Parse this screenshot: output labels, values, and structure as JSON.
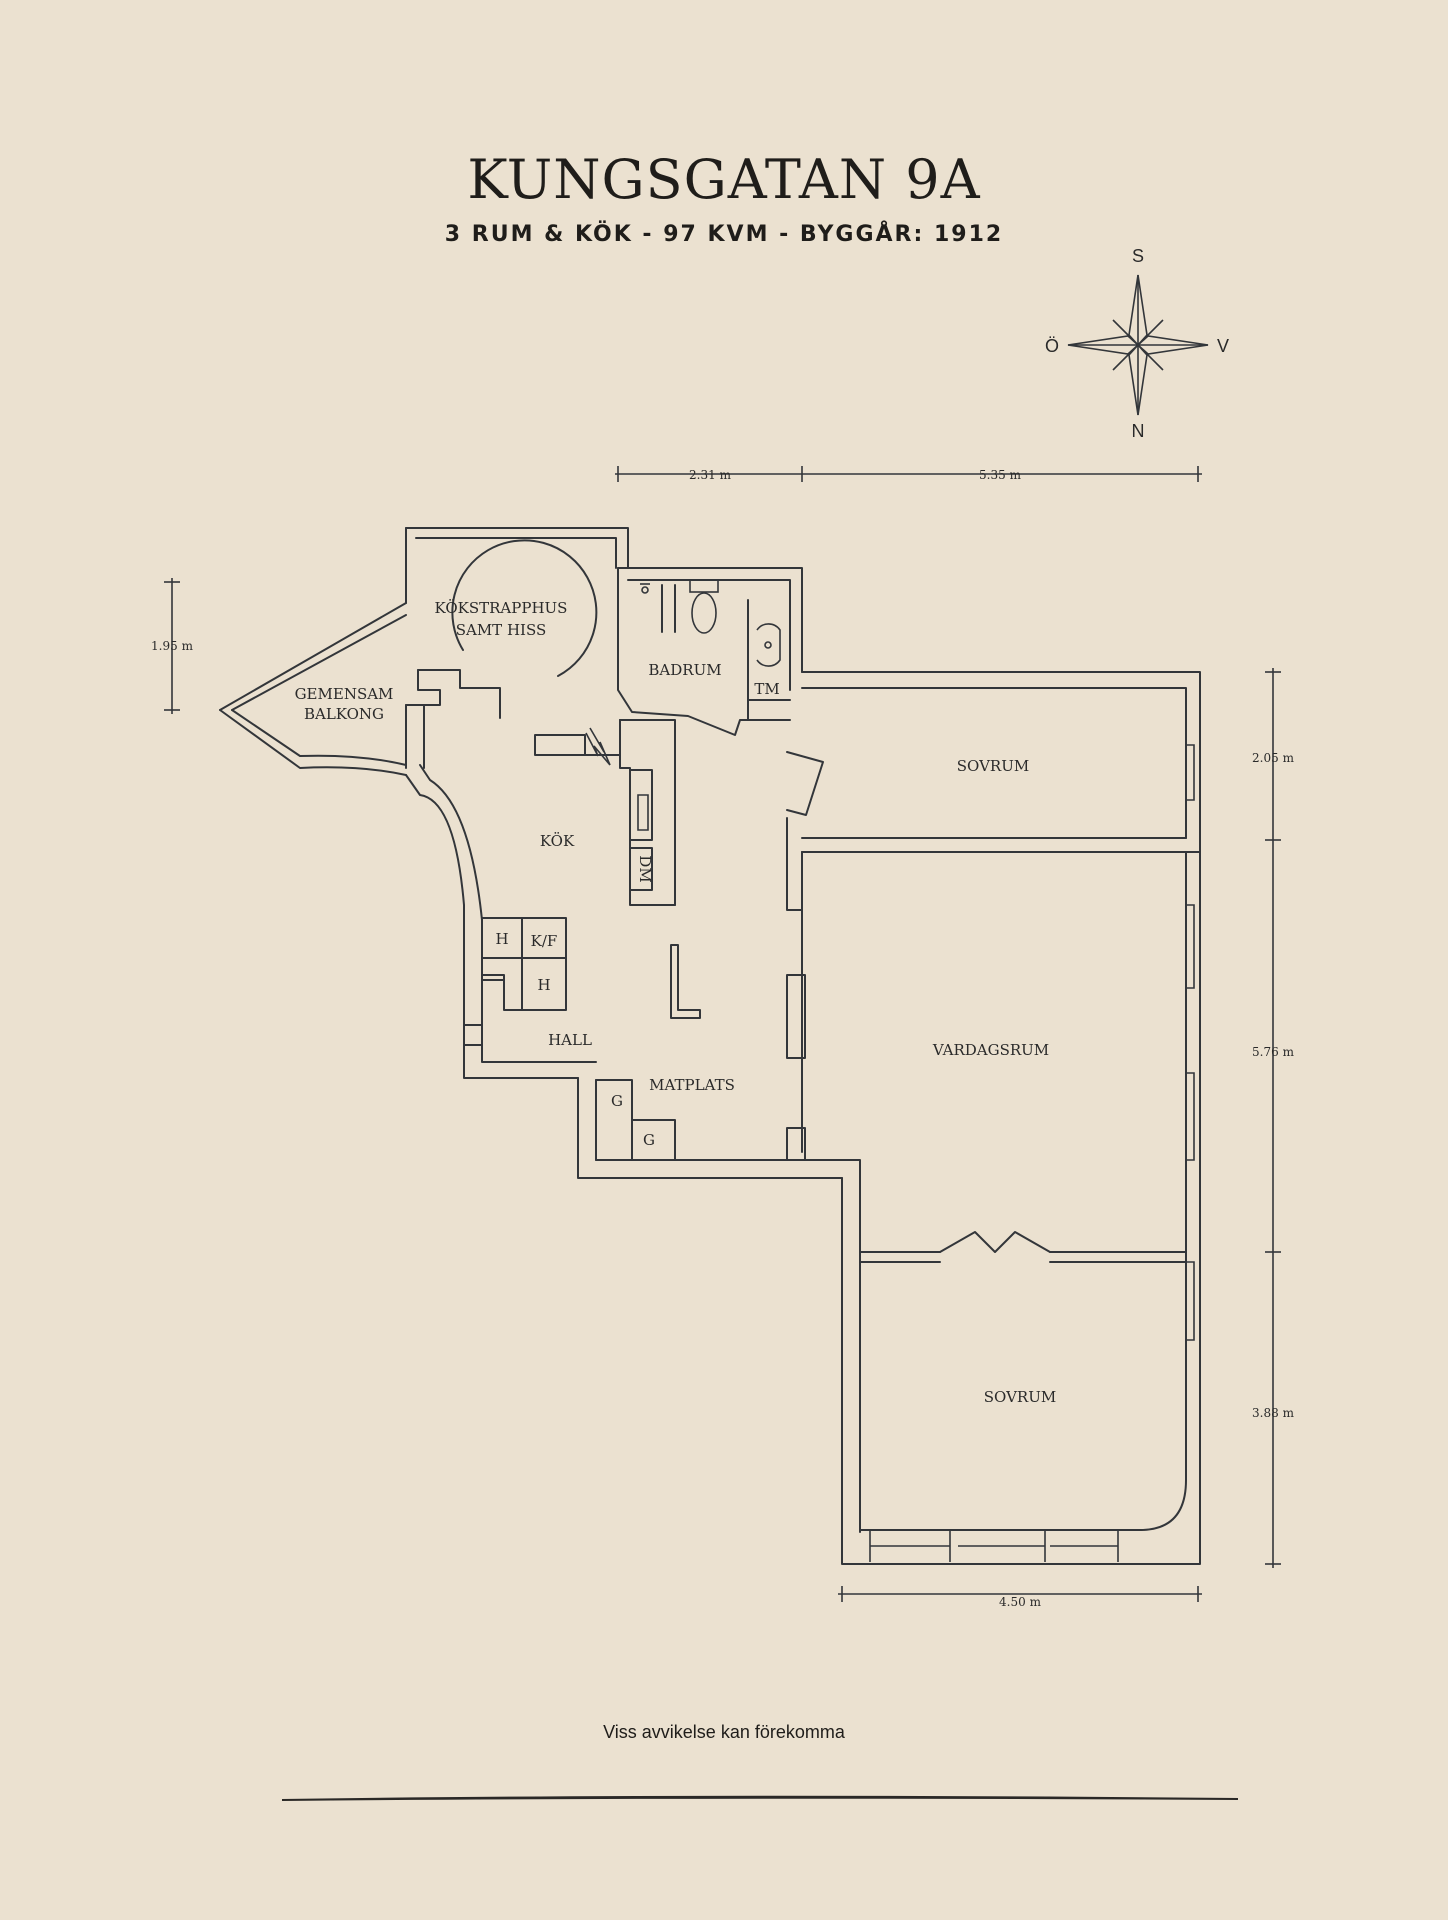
{
  "header": {
    "title": "KUNGSGATAN 9A",
    "subtitle": "3 RUM & KÖK  -  97 KVM  -  BYGGÅR: 1912"
  },
  "compass": {
    "north": "N",
    "south": "S",
    "east": "Ö",
    "west": "V"
  },
  "rooms": {
    "stairs_line1": "KÖKSTRAPPHUS",
    "stairs_line2": "SAMT HISS",
    "balcony_line1": "GEMENSAM",
    "balcony_line2": "BALKONG",
    "bathroom": "BADRUM",
    "laundry": "TM",
    "bedroom_top": "SOVRUM",
    "kitchen": "KÖK",
    "dishwasher": "DM",
    "wardrobe_h1": "H",
    "wardrobe_kf": "K/F",
    "wardrobe_h2": "H",
    "hall": "HALL",
    "dining": "MATPLATS",
    "closet_g1": "G",
    "closet_g2": "G",
    "living": "VARDAGSRUM",
    "bedroom_bottom": "SOVRUM"
  },
  "dimensions": {
    "top_left": "2.31 m",
    "top_right": "5.35 m",
    "left": "1.95 m",
    "right_1": "2.05 m",
    "right_2": "5.76 m",
    "right_3": "3.88 m",
    "bottom": "4.50 m"
  },
  "footer": {
    "note": "Viss avvikelse kan förekomma"
  }
}
